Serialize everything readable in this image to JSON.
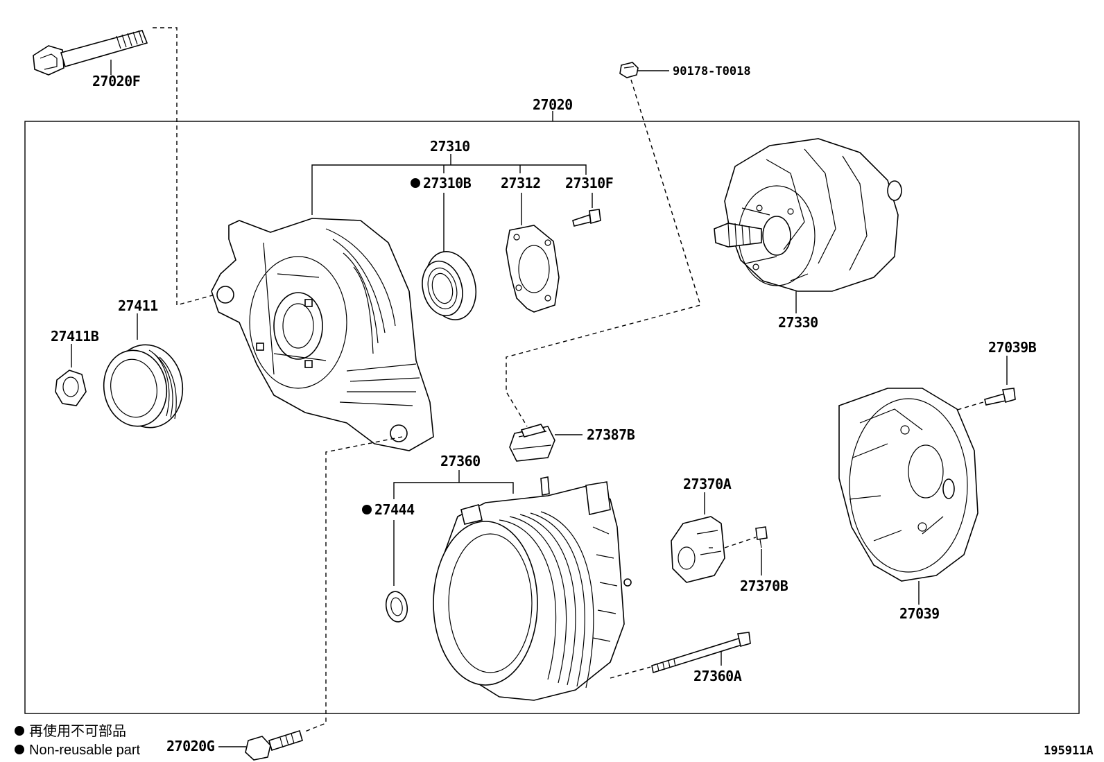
{
  "labels": {
    "p27020F": "27020F",
    "p90178": "90178-T0018",
    "p27020": "27020",
    "p27310": "27310",
    "p27310B": "27310B",
    "p27312": "27312",
    "p27310F": "27310F",
    "p27330": "27330",
    "p27411": "27411",
    "p27411B": "27411B",
    "p27039B": "27039B",
    "p27387B": "27387B",
    "p27360": "27360",
    "p27444": "27444",
    "p27370A": "27370A",
    "p27370B": "27370B",
    "p27039": "27039",
    "p27360A": "27360A",
    "p27020G": "27020G"
  },
  "legend": {
    "line1": "再使用不可部品",
    "line2": "Non-reusable part"
  },
  "diagram_id": "195911A"
}
